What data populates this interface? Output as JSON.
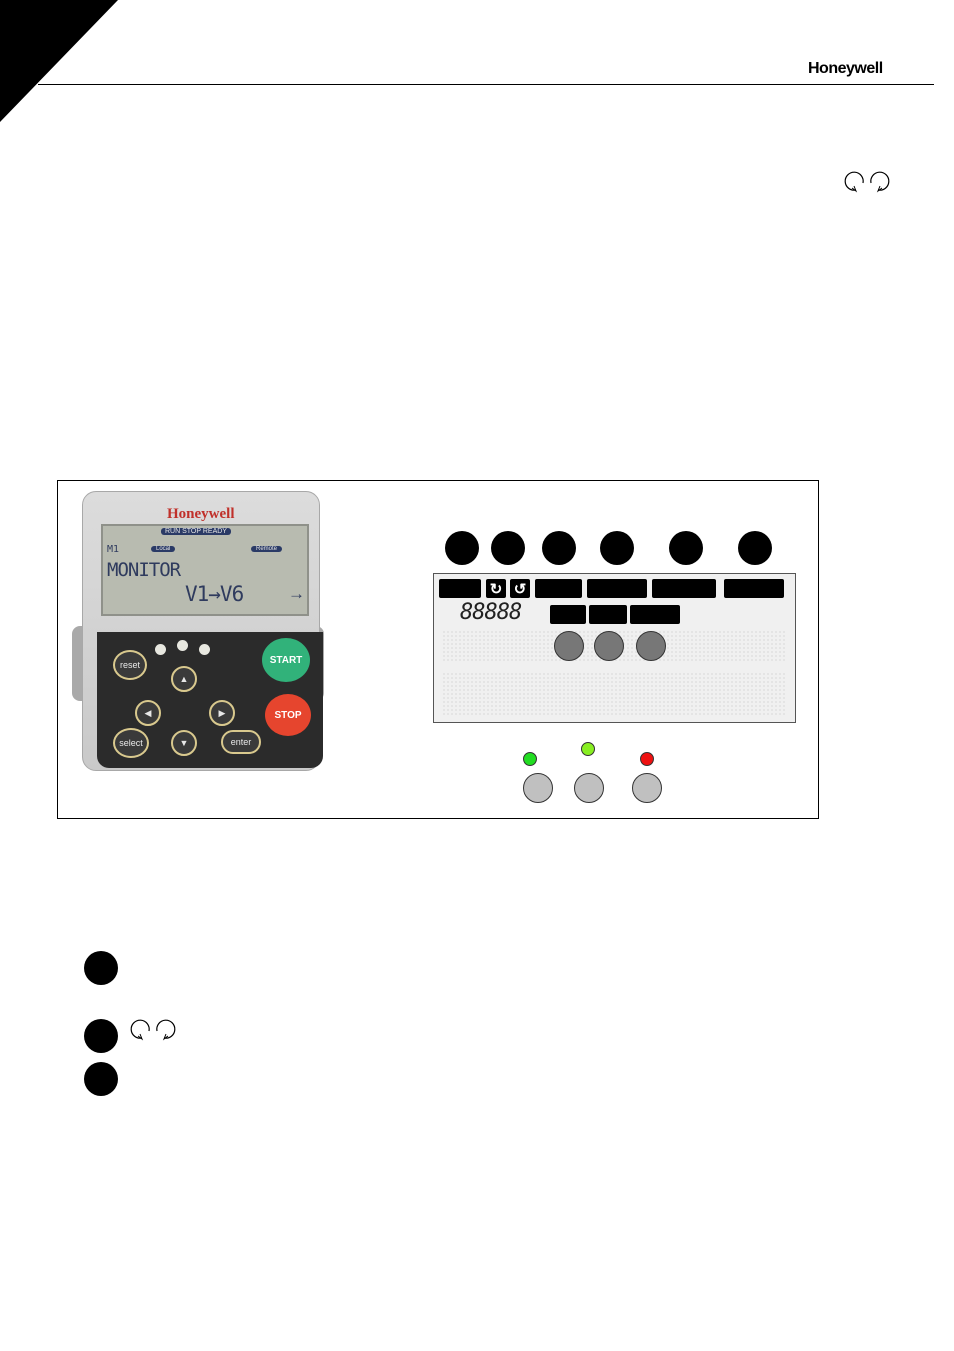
{
  "header": {
    "brand": "Honeywell"
  },
  "keypad": {
    "brand": "Honeywell",
    "lcd_status": "RUN STOP READY",
    "lcd_menu_code": "M1",
    "lcd_pill_left": "Local",
    "lcd_pill_right": "Remote",
    "lcd_title": "MONITOR",
    "lcd_values": "V1→V6",
    "lcd_arrow": "→",
    "button_reset": "reset",
    "button_select": "select",
    "button_enter": "enter",
    "button_start": "START",
    "button_stop": "STOP",
    "button_up": "▲",
    "button_down": "▼",
    "button_left": "◀",
    "button_right": "▶"
  },
  "display": {
    "digits": "88888",
    "rotation_forward": "↻",
    "rotation_reverse": "↺",
    "led_colors": [
      "#22dd22",
      "#88ee22",
      "#ee1111"
    ]
  }
}
